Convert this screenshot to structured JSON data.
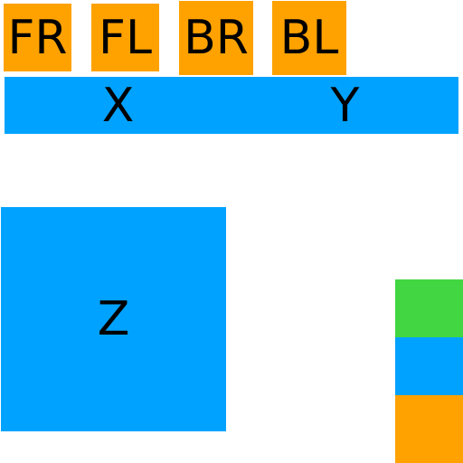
{
  "legs": {
    "fr_label": "FR",
    "fl_label": "FL",
    "br_label": "BR",
    "bl_label": "BL"
  },
  "axes": {
    "x_label": "X",
    "y_label": "Y",
    "z_label": "Z"
  },
  "colors": {
    "orange": "#ffa200",
    "blue": "#00a2ff",
    "green": "#42d642",
    "background": "#ffffff"
  }
}
